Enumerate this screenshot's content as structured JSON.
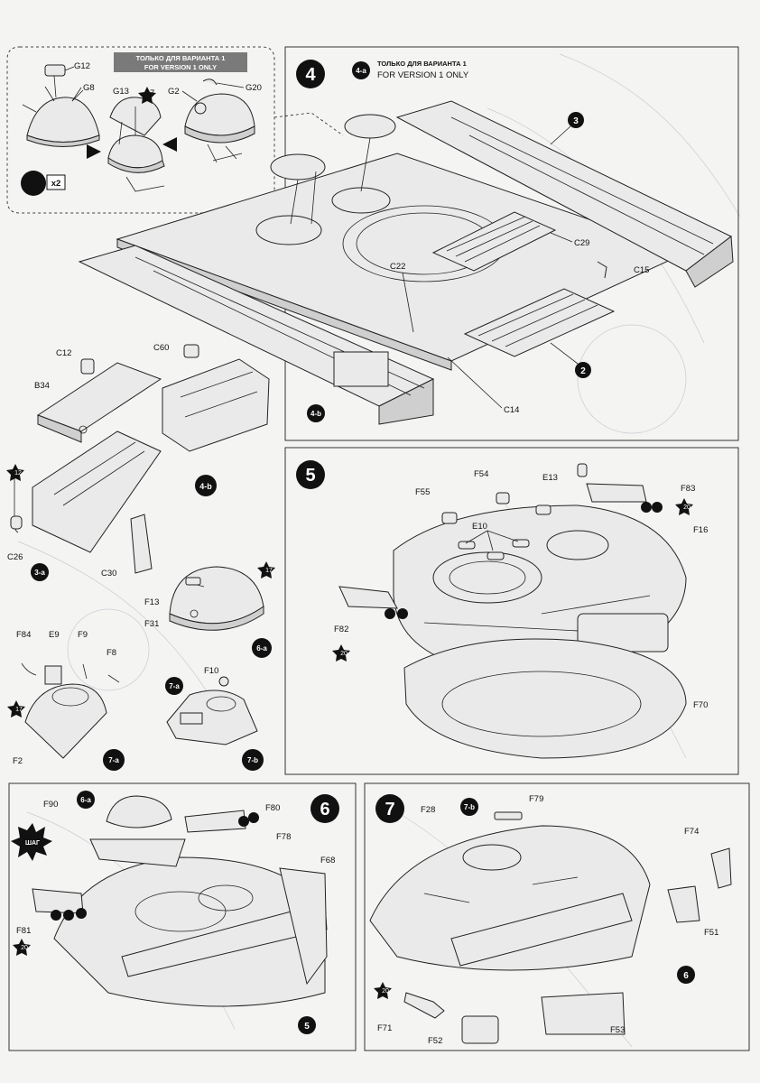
{
  "banners": {
    "ru": "ТОЛЬКО ДЛЯ ВАРИАНТА 1",
    "en": "FOR VERSION 1 ONLY"
  },
  "steps": {
    "s4": "4",
    "s4a": "4-a",
    "s4b": "4-b",
    "x2": "x2",
    "s3": "3",
    "s2": "2",
    "s3a": "3-a",
    "s6a": "6-a",
    "s7a": "7-a",
    "s7b": "7-b",
    "s5": "5",
    "s6": "6",
    "s7": "7"
  },
  "callouts": {
    "seventeen": "17",
    "twelve": "12",
    "twenty": "20",
    "glue": "ШАГ"
  },
  "labels": {
    "G12": "G12",
    "G8": "G8",
    "G13": "G13",
    "G2": "G2",
    "G20": "G20",
    "C29": "C29",
    "C15": "C15",
    "C22": "C22",
    "C14": "C14",
    "C12": "C12",
    "C60": "C60",
    "B34": "B34",
    "C26": "C26",
    "C30": "C30",
    "F13": "F13",
    "F31": "F31",
    "F84": "F84",
    "E9": "E9",
    "F9": "F9",
    "F8": "F8",
    "F2": "F2",
    "F10": "F10",
    "F55": "F55",
    "F54": "F54",
    "E13": "E13",
    "F83": "F83",
    "E10": "E10",
    "F16": "F16",
    "F82": "F82",
    "F70": "F70",
    "F90": "F90",
    "F80": "F80",
    "F78": "F78",
    "F68": "F68",
    "F81": "F81",
    "F28": "F28",
    "F79": "F79",
    "F74": "F74",
    "F51": "F51",
    "F71": "F71",
    "F52": "F52",
    "F53": "F53"
  },
  "colors": {
    "ink": "#111111",
    "banner": "#7a7a7a",
    "paper": "#f4f4f3"
  }
}
